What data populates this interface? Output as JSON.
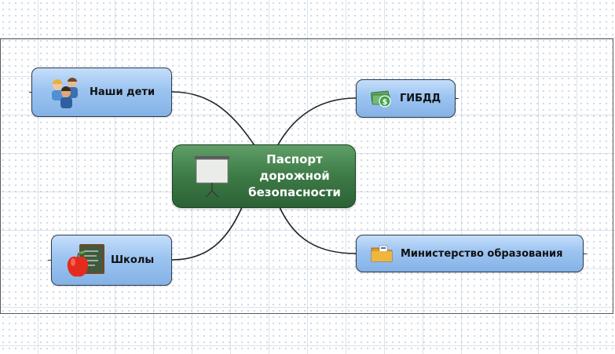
{
  "mindmap": {
    "central": {
      "lines": [
        "Паспорт",
        "дорожной",
        "безопасности"
      ],
      "icon": "presentation-board-icon",
      "color": "#3d7a46"
    },
    "branches": [
      {
        "id": "nashi-deti",
        "label": "Наши дети",
        "icon": "people-group-icon"
      },
      {
        "id": "gibdd",
        "label": "ГИБДД",
        "icon": "money-icon"
      },
      {
        "id": "shkoly",
        "label": "Школы",
        "icon": "apple-chalkboard-icon"
      },
      {
        "id": "ministerstvo",
        "label": "Министерство образования",
        "icon": "folder-icon"
      }
    ],
    "branch_color": "#9cc4f1"
  }
}
